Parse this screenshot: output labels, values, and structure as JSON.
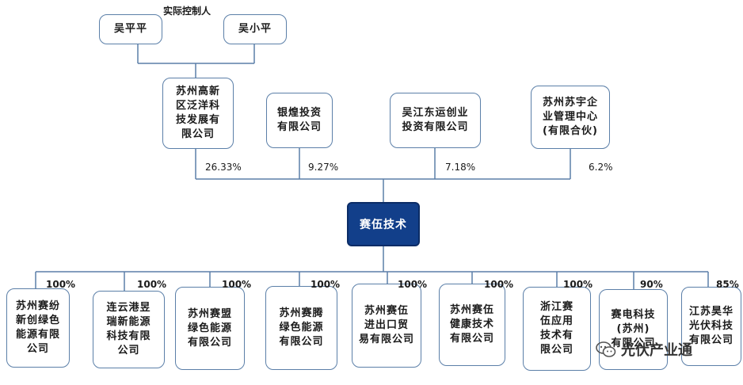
{
  "controller_label": "实际控制人",
  "controllers": [
    "吴平平",
    "吴小平"
  ],
  "shareholders": [
    {
      "lines": [
        "苏州高新",
        "区泛洋科",
        "技发展有",
        "限公司"
      ],
      "pct": "26.33%"
    },
    {
      "lines": [
        "银煌投资",
        "有限公司"
      ],
      "pct": "9.27%"
    },
    {
      "lines": [
        "吴江东运创业",
        "投资有限公司"
      ],
      "pct": "7.18%"
    },
    {
      "lines": [
        "苏州苏宇企",
        "业管理中心",
        "(有限合伙)"
      ],
      "pct": "6.2%"
    }
  ],
  "company": "赛伍技术",
  "subsidiaries": [
    {
      "lines": [
        "苏州赛纷",
        "新创绿色",
        "能源有限",
        "公司"
      ],
      "pct": "100%"
    },
    {
      "lines": [
        "连云港昱",
        "瑞新能源",
        "科技有限",
        "公司"
      ],
      "pct": "100%"
    },
    {
      "lines": [
        "苏州赛盟",
        "绿色能源",
        "有限公司"
      ],
      "pct": "100%"
    },
    {
      "lines": [
        "苏州赛腾",
        "绿色能源",
        "有限公司"
      ],
      "pct": "100%"
    },
    {
      "lines": [
        "苏州赛伍",
        "进出口贸",
        "易有限公司"
      ],
      "pct": "100%"
    },
    {
      "lines": [
        "苏州赛伍",
        "健康技术",
        "有限公司"
      ],
      "pct": "100%"
    },
    {
      "lines": [
        "浙江赛",
        "伍应用",
        "技术有",
        "限公司"
      ],
      "pct": "100%"
    },
    {
      "lines": [
        "赛电科技",
        "(苏州)",
        "有限公司"
      ],
      "pct": "90%"
    },
    {
      "lines": [
        "江苏昊华",
        "光伏科技",
        "有限公司"
      ],
      "pct": "85%"
    }
  ],
  "watermark": "光伏产业通",
  "colors": {
    "line": "#5b7fa8",
    "center_fill": "#123f8a",
    "box_border": "#5b7fa8"
  }
}
